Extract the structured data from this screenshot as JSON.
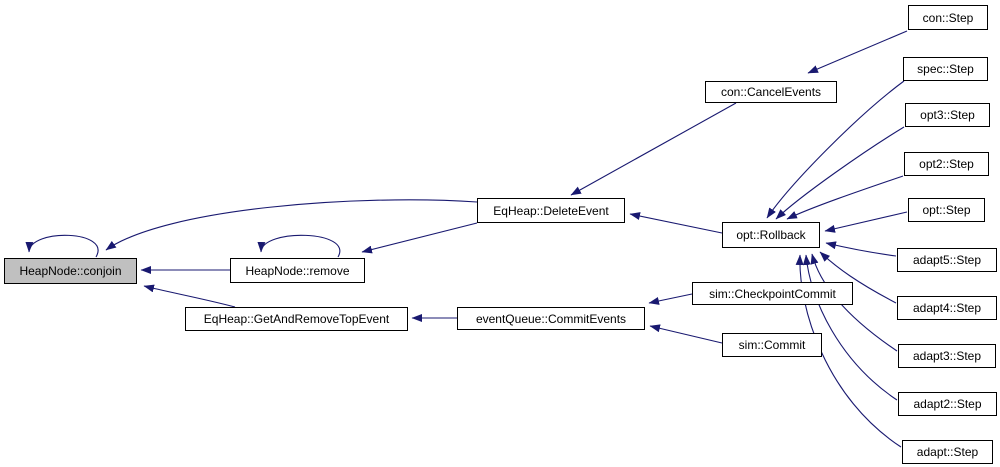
{
  "diagram": {
    "type": "call-graph",
    "colors": {
      "edge-color": "#191970",
      "node-fill": "#ffffff",
      "node-border": "#000000",
      "highlight-fill": "#c0c0c0",
      "text-color": "#000000",
      "bg-color": "#ffffff"
    }
  },
  "nodes": [
    {
      "id": "heapnode-conjoin",
      "label": "HeapNode::conjoin",
      "highlighted": true
    },
    {
      "id": "heapnode-remove",
      "label": "HeapNode::remove",
      "highlighted": false
    },
    {
      "id": "eqheap-getandremovetopevent",
      "label": "EqHeap::GetAndRemoveTopEvent",
      "highlighted": false
    },
    {
      "id": "eqheap-deleteevent",
      "label": "EqHeap::DeleteEvent",
      "highlighted": false
    },
    {
      "id": "con-cancelevents",
      "label": "con::CancelEvents",
      "highlighted": false
    },
    {
      "id": "eventqueue-commitevents",
      "label": "eventQueue::CommitEvents",
      "highlighted": false
    },
    {
      "id": "sim-checkpointcommit",
      "label": "sim::CheckpointCommit",
      "highlighted": false
    },
    {
      "id": "sim-commit",
      "label": "sim::Commit",
      "highlighted": false
    },
    {
      "id": "opt-rollback",
      "label": "opt::Rollback",
      "highlighted": false
    },
    {
      "id": "con-step",
      "label": "con::Step",
      "highlighted": false
    },
    {
      "id": "spec-step",
      "label": "spec::Step",
      "highlighted": false
    },
    {
      "id": "opt3-step",
      "label": "opt3::Step",
      "highlighted": false
    },
    {
      "id": "opt2-step",
      "label": "opt2::Step",
      "highlighted": false
    },
    {
      "id": "opt-step",
      "label": "opt::Step",
      "highlighted": false
    },
    {
      "id": "adapt5-step",
      "label": "adapt5::Step",
      "highlighted": false
    },
    {
      "id": "adapt4-step",
      "label": "adapt4::Step",
      "highlighted": false
    },
    {
      "id": "adapt3-step",
      "label": "adapt3::Step",
      "highlighted": false
    },
    {
      "id": "adapt2-step",
      "label": "adapt2::Step",
      "highlighted": false
    },
    {
      "id": "adapt-step",
      "label": "adapt::Step",
      "highlighted": false
    }
  ],
  "edges": [
    {
      "from": "heapnode-conjoin",
      "to": "heapnode-conjoin",
      "self_loop": true
    },
    {
      "from": "heapnode-remove",
      "to": "heapnode-remove",
      "self_loop": true
    },
    {
      "from": "heapnode-remove",
      "to": "heapnode-conjoin",
      "self_loop": false
    },
    {
      "from": "eqheap-deleteevent",
      "to": "heapnode-conjoin",
      "self_loop": false
    },
    {
      "from": "eqheap-deleteevent",
      "to": "heapnode-remove",
      "self_loop": false
    },
    {
      "from": "eqheap-getandremovetopevent",
      "to": "heapnode-conjoin",
      "self_loop": false
    },
    {
      "from": "con-cancelevents",
      "to": "eqheap-deleteevent",
      "self_loop": false
    },
    {
      "from": "opt-rollback",
      "to": "eqheap-deleteevent",
      "self_loop": false
    },
    {
      "from": "con-step",
      "to": "con-cancelevents",
      "self_loop": false
    },
    {
      "from": "eventqueue-commitevents",
      "to": "eqheap-getandremovetopevent",
      "self_loop": false
    },
    {
      "from": "sim-checkpointcommit",
      "to": "eventqueue-commitevents",
      "self_loop": false
    },
    {
      "from": "sim-commit",
      "to": "eventqueue-commitevents",
      "self_loop": false
    },
    {
      "from": "spec-step",
      "to": "opt-rollback",
      "self_loop": false
    },
    {
      "from": "opt3-step",
      "to": "opt-rollback",
      "self_loop": false
    },
    {
      "from": "opt2-step",
      "to": "opt-rollback",
      "self_loop": false
    },
    {
      "from": "opt-step",
      "to": "opt-rollback",
      "self_loop": false
    },
    {
      "from": "adapt5-step",
      "to": "opt-rollback",
      "self_loop": false
    },
    {
      "from": "adapt4-step",
      "to": "opt-rollback",
      "self_loop": false
    },
    {
      "from": "adapt3-step",
      "to": "opt-rollback",
      "self_loop": false
    },
    {
      "from": "adapt2-step",
      "to": "opt-rollback",
      "self_loop": false
    },
    {
      "from": "adapt-step",
      "to": "opt-rollback",
      "self_loop": false
    }
  ]
}
